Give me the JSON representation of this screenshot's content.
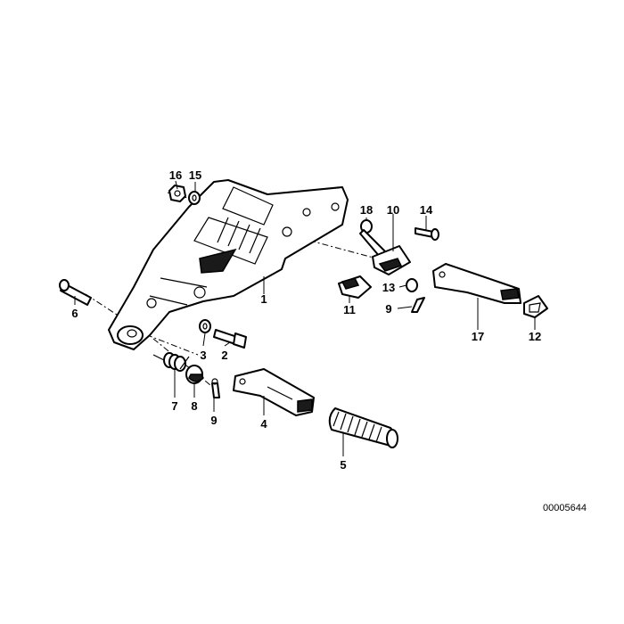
{
  "labels": {
    "p1": "1",
    "p2": "2",
    "p3": "3",
    "p4": "4",
    "p5": "5",
    "p6": "6",
    "p7": "7",
    "p8": "8",
    "p9a": "9",
    "p9b": "9",
    "p10": "10",
    "p11": "11",
    "p12": "12",
    "p13": "13",
    "p14": "14",
    "p15": "15",
    "p16": "16",
    "p17": "17",
    "p18": "18"
  },
  "drawing_code": "00005644"
}
